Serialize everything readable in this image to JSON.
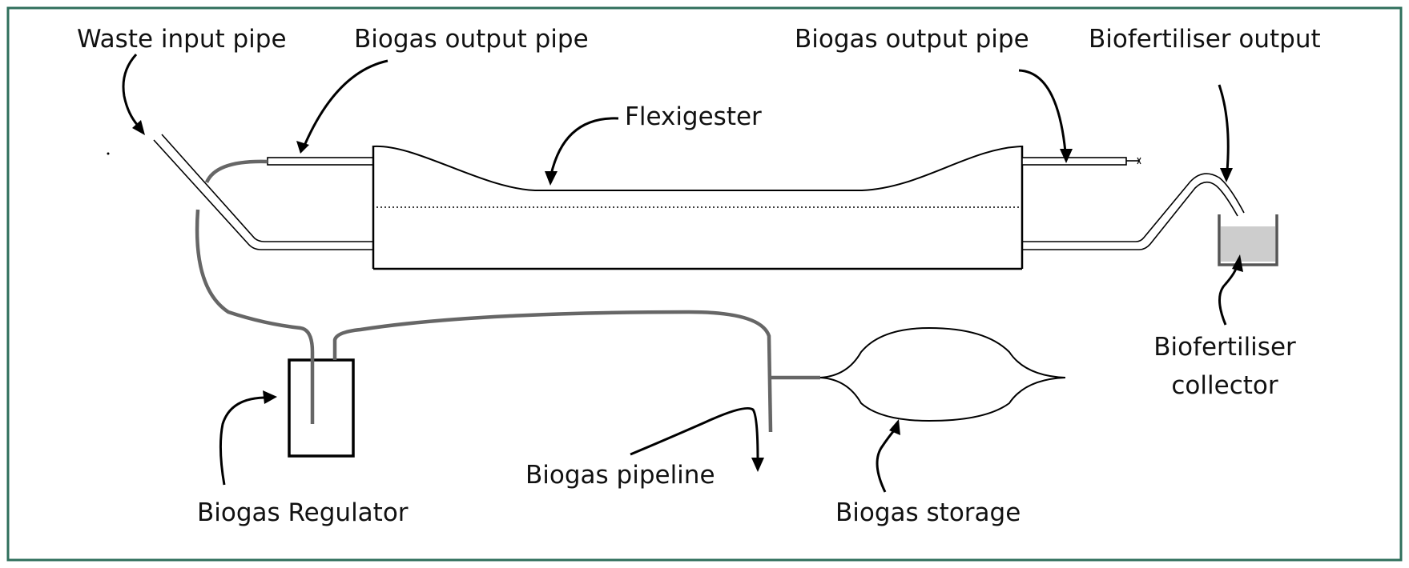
{
  "labels": {
    "waste_input_pipe": "Waste input pipe",
    "biogas_output_pipe_left": "Biogas output pipe",
    "biogas_output_pipe_right": "Biogas output pipe",
    "biofertiliser_output": "Biofertiliser output",
    "flexigester": "Flexigester",
    "biofertiliser_collector_line1": "Biofertiliser",
    "biofertiliser_collector_line2": "collector",
    "biogas_regulator": "Biogas Regulator",
    "biogas_pipeline": "Biogas pipeline",
    "biogas_storage": "Biogas storage"
  },
  "colors": {
    "border": "#2f6f5c",
    "line": "#000000",
    "gas_pipe": "#666666",
    "fertiliser_fill": "#c8c8c8"
  }
}
